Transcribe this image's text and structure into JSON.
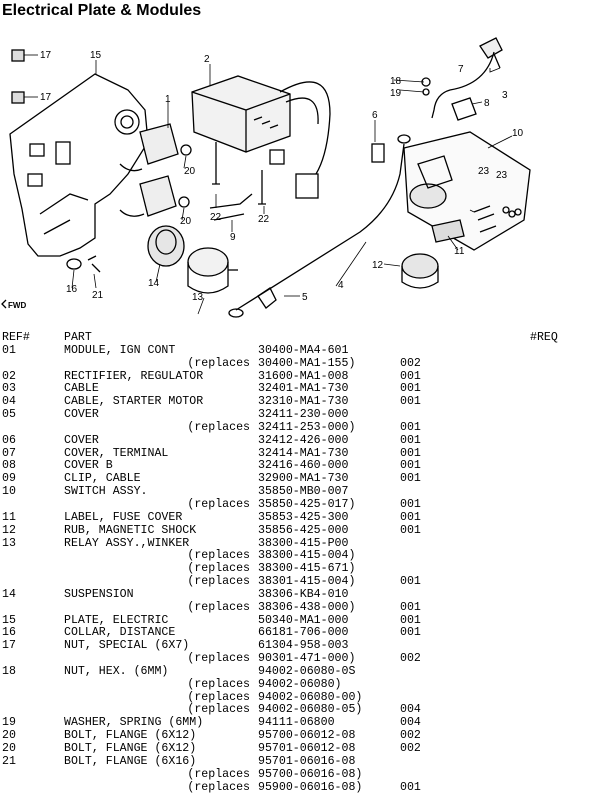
{
  "title": "Electrical Plate & Modules",
  "diagram": {
    "callouts": [
      "1",
      "2",
      "3",
      "4",
      "5",
      "6",
      "7",
      "8",
      "9",
      "10",
      "11",
      "12",
      "13",
      "14",
      "15",
      "16",
      "17",
      "17",
      "18",
      "19",
      "20",
      "20",
      "21",
      "22",
      "22",
      "23",
      "23"
    ],
    "fwd_label": "FWD"
  },
  "table": {
    "headers": {
      "ref": "REF#",
      "part": "PART",
      "req": "#REQ"
    },
    "replaces_label": "(replaces",
    "rows": [
      {
        "ref": "01",
        "part": "MODULE, IGN CONT",
        "pn": "30400-MA4-601",
        "req": ""
      },
      {
        "ref": "",
        "part": "",
        "pn": "30400-MA1-155)",
        "req": "002",
        "replaces": true
      },
      {
        "ref": "02",
        "part": "RECTIFIER, REGULATOR",
        "pn": "31600-MA1-008",
        "req": "001"
      },
      {
        "ref": "03",
        "part": "CABLE",
        "pn": "32401-MA1-730",
        "req": "001"
      },
      {
        "ref": "04",
        "part": "CABLE, STARTER MOTOR",
        "pn": "32310-MA1-730",
        "req": "001"
      },
      {
        "ref": "05",
        "part": "COVER",
        "pn": "32411-230-000",
        "req": ""
      },
      {
        "ref": "",
        "part": "",
        "pn": "32411-253-000)",
        "req": "001",
        "replaces": true
      },
      {
        "ref": "06",
        "part": "COVER",
        "pn": "32412-426-000",
        "req": "001"
      },
      {
        "ref": "07",
        "part": "COVER, TERMINAL",
        "pn": "32414-MA1-730",
        "req": "001"
      },
      {
        "ref": "08",
        "part": "COVER B",
        "pn": "32416-460-000",
        "req": "001"
      },
      {
        "ref": "09",
        "part": "CLIP, CABLE",
        "pn": "32900-MA1-730",
        "req": "001"
      },
      {
        "ref": "10",
        "part": "SWITCH ASSY.",
        "pn": "35850-MB0-007",
        "req": ""
      },
      {
        "ref": "",
        "part": "",
        "pn": "35850-425-017)",
        "req": "001",
        "replaces": true
      },
      {
        "ref": "11",
        "part": "LABEL, FUSE COVER",
        "pn": "35853-425-300",
        "req": "001"
      },
      {
        "ref": "12",
        "part": "RUB, MAGNETIC SHOCK",
        "pn": "35856-425-000",
        "req": "001"
      },
      {
        "ref": "13",
        "part": "RELAY ASSY.,WINKER",
        "pn": "38300-415-P00",
        "req": ""
      },
      {
        "ref": "",
        "part": "",
        "pn": "38300-415-004)",
        "req": "",
        "replaces": true
      },
      {
        "ref": "",
        "part": "",
        "pn": "38300-415-671)",
        "req": "",
        "replaces": true
      },
      {
        "ref": "",
        "part": "",
        "pn": "38301-415-004)",
        "req": "001",
        "replaces": true
      },
      {
        "ref": "14",
        "part": "SUSPENSION",
        "pn": "38306-KB4-010",
        "req": ""
      },
      {
        "ref": "",
        "part": "",
        "pn": "38306-438-000)",
        "req": "001",
        "replaces": true
      },
      {
        "ref": "15",
        "part": "PLATE, ELECTRIC",
        "pn": "50340-MA1-000",
        "req": "001"
      },
      {
        "ref": "16",
        "part": "COLLAR, DISTANCE",
        "pn": "66181-706-000",
        "req": "001"
      },
      {
        "ref": "17",
        "part": "NUT, SPECIAL (6X7)",
        "pn": "61304-958-003",
        "req": ""
      },
      {
        "ref": "",
        "part": "",
        "pn": "90301-471-000)",
        "req": "002",
        "replaces": true
      },
      {
        "ref": "18",
        "part": "NUT, HEX. (6MM)",
        "pn": "94002-06080-0S",
        "req": ""
      },
      {
        "ref": "",
        "part": "",
        "pn": "94002-06080)",
        "req": "",
        "replaces": true
      },
      {
        "ref": "",
        "part": "",
        "pn": "94002-06080-00)",
        "req": "",
        "replaces": true
      },
      {
        "ref": "",
        "part": "",
        "pn": "94002-06080-05)",
        "req": "004",
        "replaces": true
      },
      {
        "ref": "19",
        "part": "WASHER, SPRING (6MM)",
        "pn": "94111-06800",
        "req": "004"
      },
      {
        "ref": "20",
        "part": "BOLT, FLANGE (6X12)",
        "pn": "95700-06012-08",
        "req": "002"
      },
      {
        "ref": "20",
        "part": "BOLT, FLANGE (6X12)",
        "pn": "95701-06012-08",
        "req": "002"
      },
      {
        "ref": "21",
        "part": "BOLT, FLANGE (6X16)",
        "pn": "95701-06016-08",
        "req": ""
      },
      {
        "ref": "",
        "part": "",
        "pn": "95700-06016-08)",
        "req": "",
        "replaces": true
      },
      {
        "ref": "",
        "part": "",
        "pn": "95900-06016-08)",
        "req": "001",
        "replaces": true
      }
    ]
  }
}
